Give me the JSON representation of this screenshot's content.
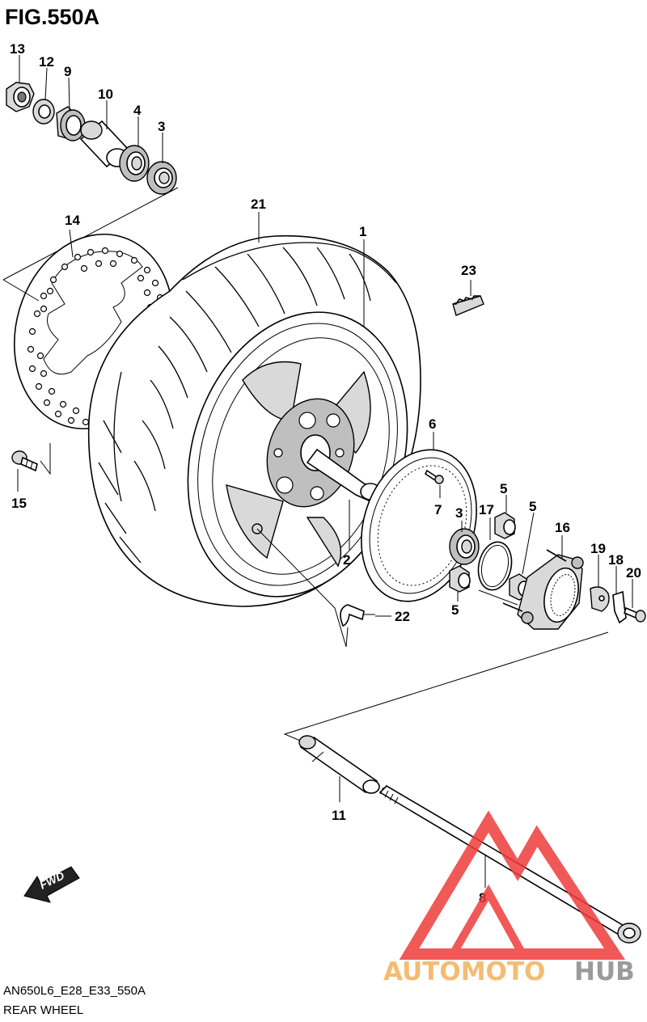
{
  "figure": {
    "title": "FIG.550A",
    "code": "AN650L6_E28_E33_550A",
    "caption": "REAR WHEEL"
  },
  "fwd_label": "FWD",
  "parts": [
    {
      "number": "13",
      "part": "nut"
    },
    {
      "number": "12",
      "part": "washer"
    },
    {
      "number": "9",
      "part": "oil-seal"
    },
    {
      "number": "10",
      "part": "spacer"
    },
    {
      "number": "4",
      "part": "bearing"
    },
    {
      "number": "3",
      "part": "bearing"
    },
    {
      "number": "14",
      "part": "brake-disc"
    },
    {
      "number": "15",
      "part": "disc-bolt"
    },
    {
      "number": "21",
      "part": "tire"
    },
    {
      "number": "1",
      "part": "wheel"
    },
    {
      "number": "23",
      "part": "balancer-weight"
    },
    {
      "number": "6",
      "part": "sensor-rotor"
    },
    {
      "number": "7",
      "part": "rotor-screw"
    },
    {
      "number": "3",
      "part": "bearing"
    },
    {
      "number": "5",
      "part": "cushion"
    },
    {
      "number": "17",
      "part": "o-ring"
    },
    {
      "number": "5",
      "part": "cushion"
    },
    {
      "number": "5",
      "part": "cushion"
    },
    {
      "number": "16",
      "part": "sprocket-drum"
    },
    {
      "number": "19",
      "part": "plate"
    },
    {
      "number": "18",
      "part": "clamp"
    },
    {
      "number": "20",
      "part": "bolt"
    },
    {
      "number": "2",
      "part": "hub-spacer"
    },
    {
      "number": "22",
      "part": "air-valve"
    },
    {
      "number": "11",
      "part": "axle-spacer"
    },
    {
      "number": "8",
      "part": "axle"
    }
  ],
  "watermark": {
    "part1": "AUTOMOTO",
    "part2": "HUB",
    "color_primary": "#ef3b3b",
    "color_secondary": "#f3b15a",
    "color_tertiary": "#8a8a8a"
  }
}
